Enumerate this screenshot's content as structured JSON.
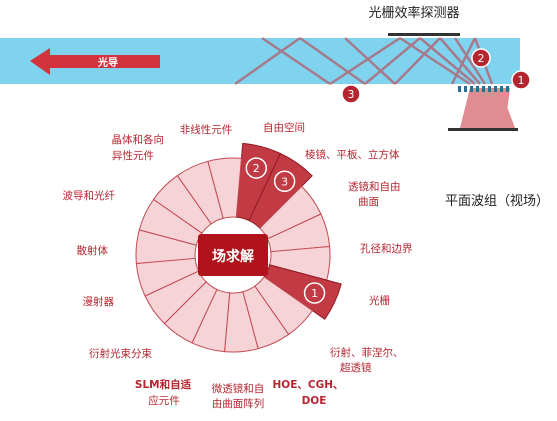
{
  "colors": {
    "accent_red": "#b5252f",
    "segment_fill": "#f5d3d6",
    "segment_highlight": "#c23a43",
    "waveguide": "#7fd3ef",
    "arrow_fill": "#d2333d",
    "center_fill": "#b0131c"
  },
  "top": {
    "detector_label": "光栅效率探测器",
    "arrow_label": "光导",
    "planar_label": "平面波组（视场）",
    "marker_1": "1",
    "marker_2": "2",
    "marker_3": "3"
  },
  "wheel": {
    "center_label": "场求解",
    "segment_count": 18,
    "highlighted": [
      {
        "label_index": 0,
        "marker": "2"
      },
      {
        "label_index": 1,
        "marker": "3"
      },
      {
        "label_index": 4,
        "marker": "1"
      }
    ],
    "labels": [
      {
        "line1": "自由空间",
        "line2": ""
      },
      {
        "line1": "棱镜、平板、立方体",
        "line2": ""
      },
      {
        "line1": "透镜和自由",
        "line2": "曲面"
      },
      {
        "line1": "孔径和边界",
        "line2": ""
      },
      {
        "line1": "光栅",
        "line2": ""
      },
      {
        "line1": "衍射、菲涅尔、",
        "line2": "超透镜"
      },
      {
        "line1": "HOE、CGH、",
        "line2": "DOE"
      },
      {
        "line1": "微透镜和自",
        "line2": "由曲面阵列"
      },
      {
        "line1": "SLM和自适",
        "line2": "应元件"
      },
      {
        "line1": "衍射光束分束",
        "line2": ""
      },
      {
        "line1": "漫射器",
        "line2": ""
      },
      {
        "line1": "散射体",
        "line2": ""
      },
      {
        "line1": "波导和光纤",
        "line2": ""
      },
      {
        "line1": "晶体和各向",
        "line2": "异性元件"
      },
      {
        "line1": "非线性元件",
        "line2": ""
      }
    ]
  }
}
